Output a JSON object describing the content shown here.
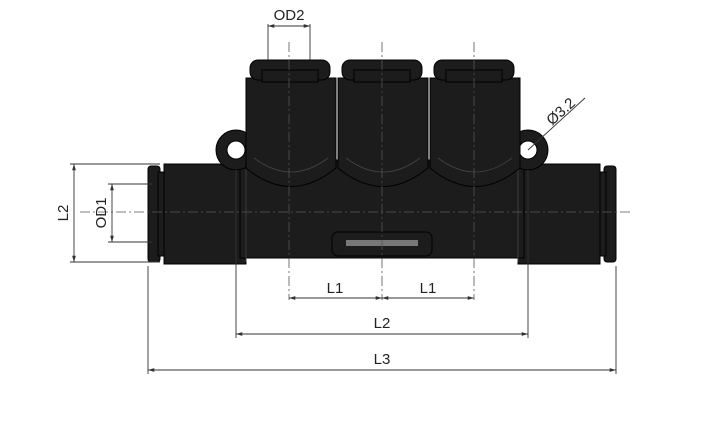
{
  "drawing": {
    "colors": {
      "body": "#1c1c1c",
      "highlight": "#3a3a3a",
      "line": "#333333",
      "background": "#ffffff"
    },
    "labels": {
      "od2": "OD2",
      "diameter": "Ø3.2",
      "l2_vertical": "L2",
      "od1": "OD1",
      "l1_left": "L1",
      "l1_right": "L1",
      "l2_horizontal": "L2",
      "l3": "L3"
    }
  }
}
